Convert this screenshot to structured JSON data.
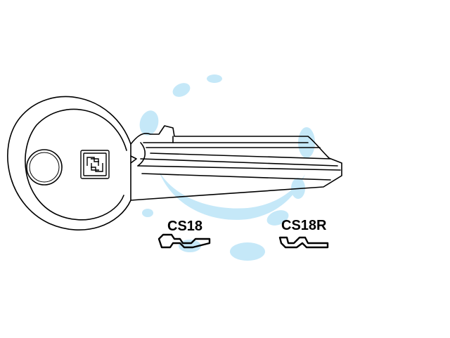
{
  "labels": {
    "left_profile": "CS18",
    "right_profile": "CS18R"
  },
  "icons": {
    "brand_logo": "square-interlocking-arrows-logo",
    "watermark": "blue-swirl-watermark"
  },
  "colors": {
    "outline": "#000000",
    "background": "#ffffff",
    "watermark": "#bfe6f8"
  }
}
